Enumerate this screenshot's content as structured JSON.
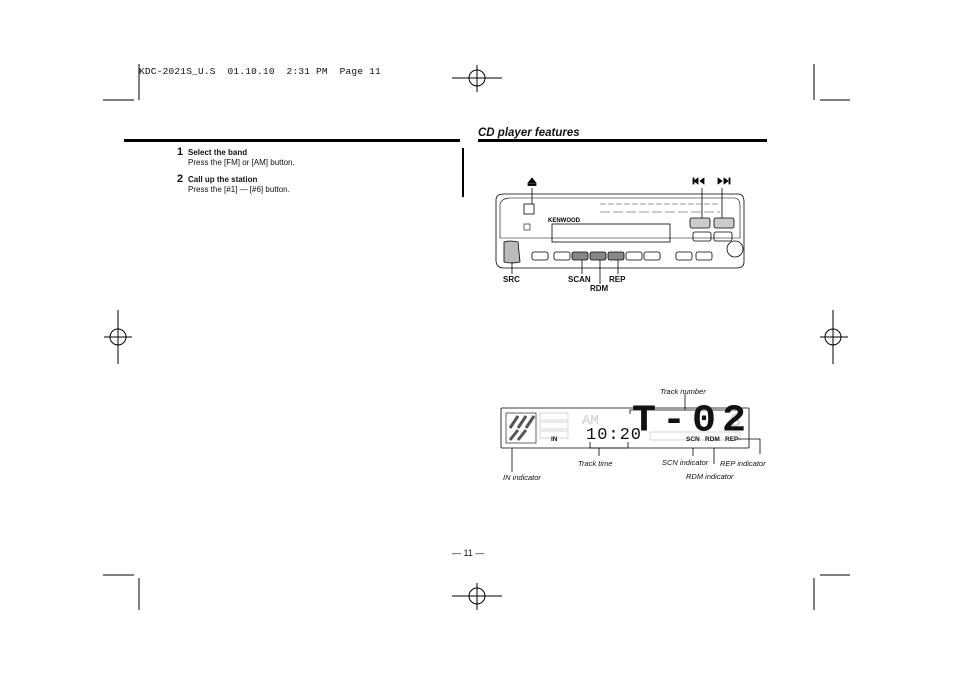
{
  "header_slug": "KDC-2021S_U.S  01.10.10  2:31 PM  Page 11",
  "left_column": {
    "steps": [
      {
        "number": "1",
        "title": "Select the band",
        "body": "Press the [FM] or [AM] button."
      },
      {
        "number": "2",
        "title": "Call up the station",
        "body": "Press the [#1] — [#6] button."
      }
    ]
  },
  "right_column": {
    "section_title": "CD player features",
    "unit_labels": {
      "src": "SRC",
      "scan": "SCAN",
      "rdm": "RDM",
      "rep": "REP",
      "brand": "KENWOOD"
    },
    "display": {
      "track_text": "T-02",
      "time_text": "10:20",
      "in_label": "IN",
      "scn_label": "SCN",
      "rdm_label": "RDM",
      "rep_label": "REP"
    },
    "captions": {
      "track_number": "Track number",
      "track_time": "Track time",
      "scn_indicator": "SCN indicator",
      "rep_indicator": "REP indicator",
      "rdm_indicator": "RDM indicator",
      "in_indicator": "IN indicator"
    }
  },
  "page_number": "— 11 —"
}
